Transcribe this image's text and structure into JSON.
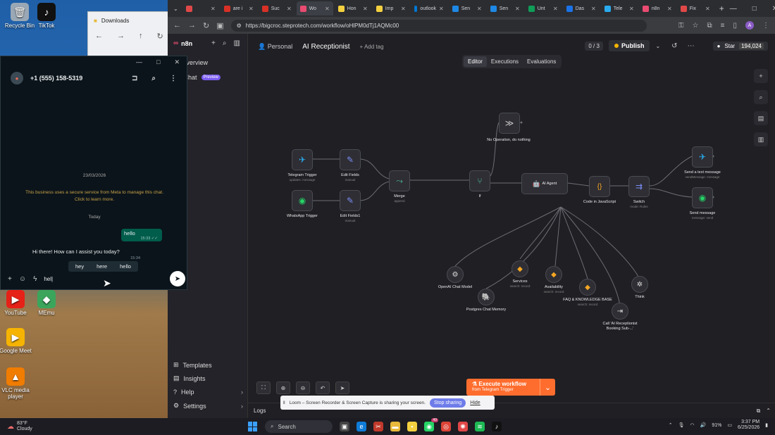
{
  "desktop": {
    "icons": [
      {
        "label": "Recycle Bin",
        "glyph": "🗑"
      },
      {
        "label": "TikTok",
        "glyph": "♪"
      },
      {
        "label": "YouTube",
        "glyph": "▶"
      },
      {
        "label": "MEmu",
        "glyph": "◆"
      },
      {
        "label": "Google Meet",
        "glyph": "▶"
      },
      {
        "label": "VLC media player",
        "glyph": "▲"
      }
    ]
  },
  "downloads_window": {
    "title": "Downloads"
  },
  "browser": {
    "tabs": [
      {
        "label": "",
        "color": "#e04848"
      },
      {
        "label": "are i",
        "color": "#d93025"
      },
      {
        "label": "Suc",
        "color": "#d93025"
      },
      {
        "label": "Wo",
        "color": "#ea4b71",
        "active": true
      },
      {
        "label": "Hon",
        "color": "#f4d03f"
      },
      {
        "label": "Imp",
        "color": "#f4d03f"
      },
      {
        "label": "outlook",
        "color": "#0078d4"
      },
      {
        "label": "Sen",
        "color": "#1e88e5"
      },
      {
        "label": "Sen",
        "color": "#1e88e5"
      },
      {
        "label": "Unt",
        "color": "#0f9d58"
      },
      {
        "label": "Das",
        "color": "#1a73e8"
      },
      {
        "label": "Tele",
        "color": "#2aabee"
      },
      {
        "label": "n8n",
        "color": "#ea4b71"
      },
      {
        "label": "Fix",
        "color": "#e04848"
      }
    ],
    "url": "https://bigcroc.steprotech.com/workflow/oHlPM0dTj1AQMc00"
  },
  "n8n": {
    "logo": "n8n",
    "sidebar": {
      "overview": "Overview",
      "chat": "Chat",
      "chat_badge": "Preview",
      "templates": "Templates",
      "insights": "Insights",
      "help": "Help",
      "settings": "Settings"
    },
    "breadcrumb": {
      "project": "Personal",
      "workflow": "AI Receptionist",
      "add_tag": "+ Add tag"
    },
    "steps": "0 / 3",
    "publish": "Publish",
    "star": {
      "label": "Star",
      "count": "194,024"
    },
    "tabs": [
      "Editor",
      "Executions",
      "Evaluations"
    ],
    "nodes": {
      "noop": {
        "label": "No Operation, do nothing"
      },
      "telegram_trigger": {
        "label": "Telegram Trigger",
        "sub": "updates: message"
      },
      "edit_fields": {
        "label": "Edit Fields",
        "sub": "manual"
      },
      "edit_fields1": {
        "label": "Edit Fields1",
        "sub": "manual"
      },
      "whatsapp_trigger": {
        "label": "WhatsApp Trigger"
      },
      "merge": {
        "label": "Merge",
        "sub": "append"
      },
      "if": {
        "label": "If"
      },
      "ai_agent": {
        "label": "AI Agent"
      },
      "code": {
        "label": "Code in JavaScript"
      },
      "switch": {
        "label": "Switch",
        "sub": "mode: Rules"
      },
      "send_text": {
        "label": "Send a text message",
        "sub": "sendMessage: message"
      },
      "send_message": {
        "label": "Send message",
        "sub": "message: send"
      },
      "openai": {
        "label": "OpenAI Chat Model"
      },
      "postgres": {
        "label": "Postgres Chat Memory"
      },
      "services": {
        "label": "Services",
        "sub": "search: record"
      },
      "availability": {
        "label": "Availability",
        "sub": "search: record"
      },
      "faq": {
        "label": "FAQ & KNOWLEDGE BASE",
        "sub": "search: record"
      },
      "think": {
        "label": "Think"
      },
      "call_sub": {
        "label": "Call 'AI Receptionist Booking Sub-...'"
      }
    },
    "execute": {
      "label": "Execute workflow",
      "sub": "from Telegram Trigger"
    },
    "logs": "Logs",
    "loom": {
      "message": "Loom – Screen Recorder & Screen Capture is sharing your screen.",
      "stop": "Stop sharing",
      "hide": "Hide"
    }
  },
  "whatsapp": {
    "contact": "+1 (555) 158-5319",
    "date": "23/03/2026",
    "meta_notice": "This business uses a secure service from Meta to manage this chat. Click to learn more.",
    "today": "Today",
    "outgoing": {
      "text": "hello",
      "time": "15:33"
    },
    "incoming": {
      "text": "Hi there! How can I assist you today?",
      "time": "15:34"
    },
    "suggestions": [
      "hey",
      "here",
      "hello"
    ],
    "compose_text": "hel"
  },
  "taskbar": {
    "temp": "83°F",
    "weather": "Cloudy",
    "search": "Search",
    "whatsapp_badge": "49",
    "battery": "91%",
    "time": "3:37 PM",
    "date": "6/25/2026"
  }
}
